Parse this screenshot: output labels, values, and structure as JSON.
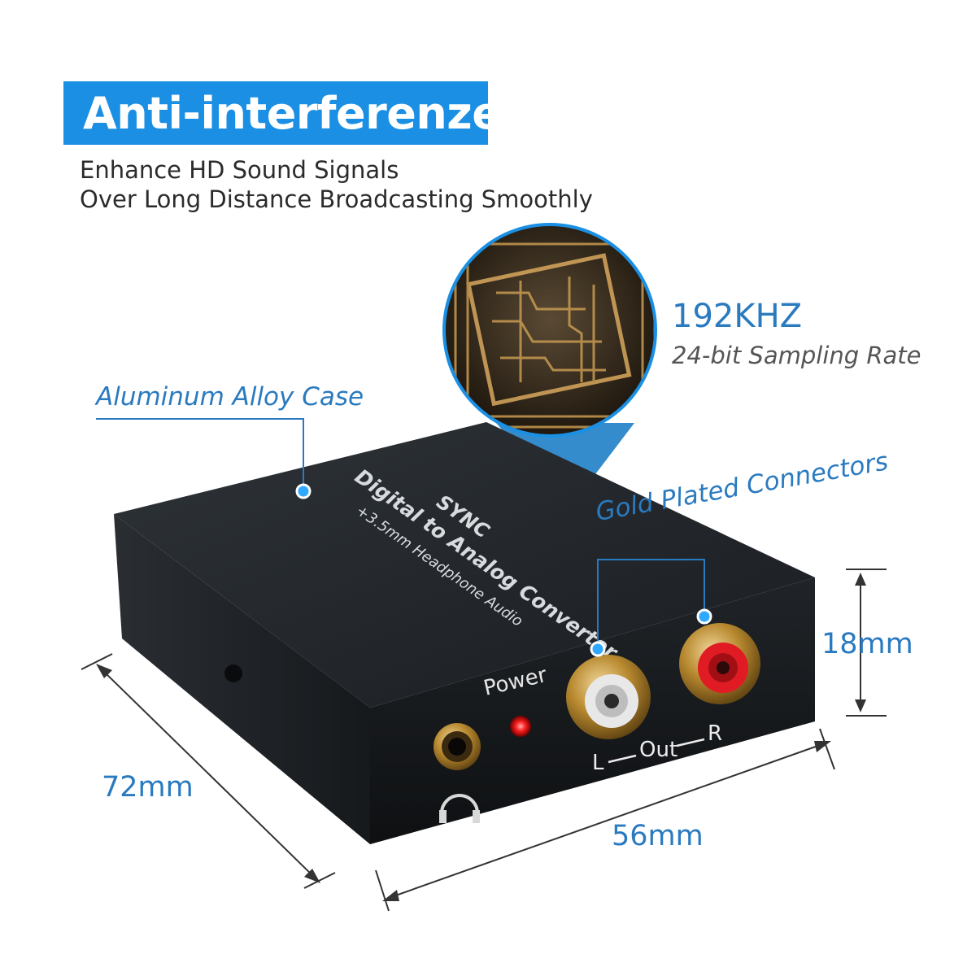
{
  "headline": "Anti-interferenze",
  "subtitle_lines": [
    "Enhance HD Sound Signals",
    "Over Long Distance Broadcasting Smoothly"
  ],
  "chip": {
    "rate": "192KHZ",
    "rate_detail": "24-bit Sampling Rate"
  },
  "callouts": {
    "case": "Aluminum Alloy Case",
    "connectors": "Gold Plated Connectors"
  },
  "device": {
    "brand": "SYNC",
    "name": "Digital to Analog Converter",
    "sub": "+3.5mm Headphone Audio",
    "power_label": "Power",
    "out_left": "L",
    "out_mid": "Out",
    "out_right": "R"
  },
  "dimensions": {
    "height": "18mm",
    "depth": "72mm",
    "width": "56mm"
  },
  "colors": {
    "accent": "#1a8fe3",
    "callout": "#2a7ac0",
    "device": "#1f2327",
    "gold": "#b8892f",
    "led": "#ff2020"
  }
}
